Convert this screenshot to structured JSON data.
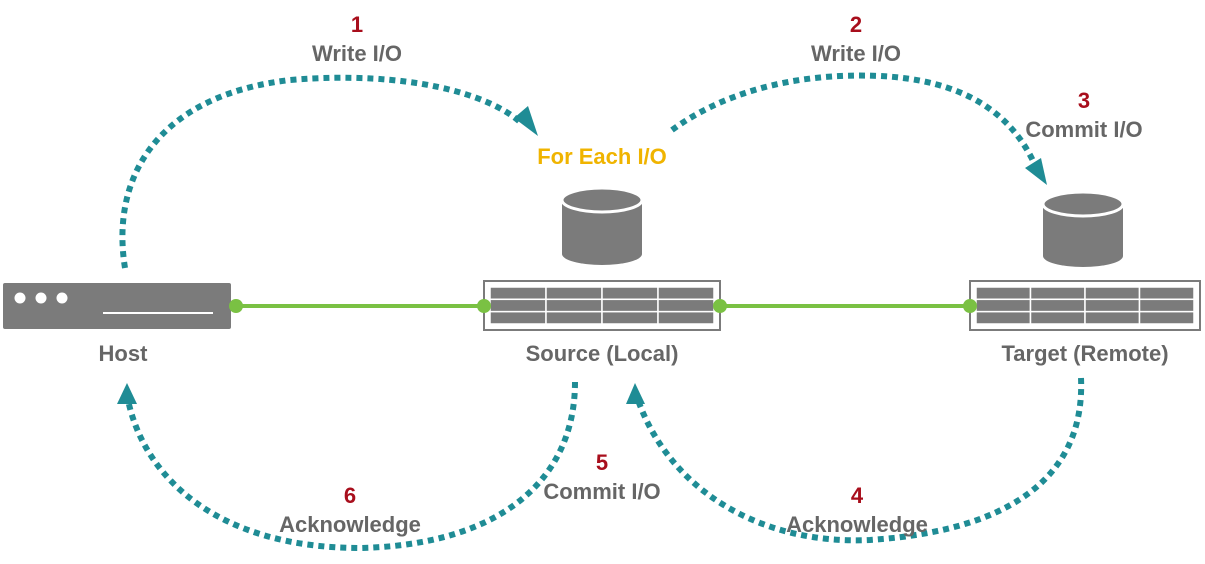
{
  "nodes": {
    "host": "Host",
    "source": "Source (Local)",
    "target": "Target (Remote)"
  },
  "steps": [
    {
      "number": "1",
      "label": "Write I/O"
    },
    {
      "number": "2",
      "label": "Write I/O"
    },
    {
      "number": "3",
      "label": "Commit I/O"
    },
    {
      "number": "4",
      "label": "Acknowledge"
    },
    {
      "number": "5",
      "label": "Commit I/O"
    },
    {
      "number": "6",
      "label": "Acknowledge"
    }
  ],
  "highlight": "For Each I/O",
  "colors": {
    "arrow": "#1f8c95",
    "link": "#7ac143",
    "step_number": "#a80e1c",
    "highlight": "#f0b400",
    "device": "#7b7b7b",
    "label": "#666666"
  }
}
